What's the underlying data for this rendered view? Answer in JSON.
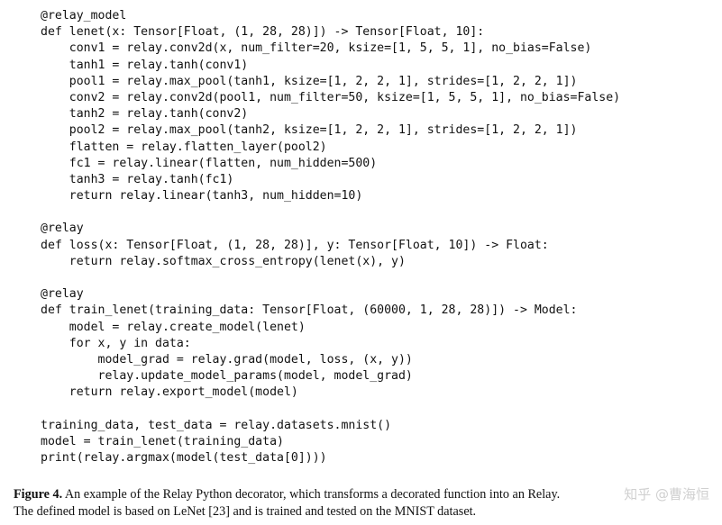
{
  "code": {
    "lines": [
      "@relay_model",
      "def lenet(x: Tensor[Float, (1, 28, 28)]) -> Tensor[Float, 10]:",
      "    conv1 = relay.conv2d(x, num_filter=20, ksize=[1, 5, 5, 1], no_bias=False)",
      "    tanh1 = relay.tanh(conv1)",
      "    pool1 = relay.max_pool(tanh1, ksize=[1, 2, 2, 1], strides=[1, 2, 2, 1])",
      "    conv2 = relay.conv2d(pool1, num_filter=50, ksize=[1, 5, 5, 1], no_bias=False)",
      "    tanh2 = relay.tanh(conv2)",
      "    pool2 = relay.max_pool(tanh2, ksize=[1, 2, 2, 1], strides=[1, 2, 2, 1])",
      "    flatten = relay.flatten_layer(pool2)",
      "    fc1 = relay.linear(flatten, num_hidden=500)",
      "    tanh3 = relay.tanh(fc1)",
      "    return relay.linear(tanh3, num_hidden=10)",
      "",
      "@relay",
      "def loss(x: Tensor[Float, (1, 28, 28)], y: Tensor[Float, 10]) -> Float:",
      "    return relay.softmax_cross_entropy(lenet(x), y)",
      "",
      "@relay",
      "def train_lenet(training_data: Tensor[Float, (60000, 1, 28, 28)]) -> Model:",
      "    model = relay.create_model(lenet)",
      "    for x, y in data:",
      "        model_grad = relay.grad(model, loss, (x, y))",
      "        relay.update_model_params(model, model_grad)",
      "    return relay.export_model(model)",
      "",
      "training_data, test_data = relay.datasets.mnist()",
      "model = train_lenet(training_data)",
      "print(relay.argmax(model(test_data[0])))"
    ]
  },
  "caption": {
    "label": "Figure 4.",
    "line1": " An example of the Relay Python decorator, which transforms a decorated function into an ",
    "line1_tail": "Relay.",
    "line2": "The defined model is based on LeNet [23] and is trained and tested on the MNIST dataset."
  },
  "watermark": {
    "text": "知乎 @曹海恒"
  }
}
